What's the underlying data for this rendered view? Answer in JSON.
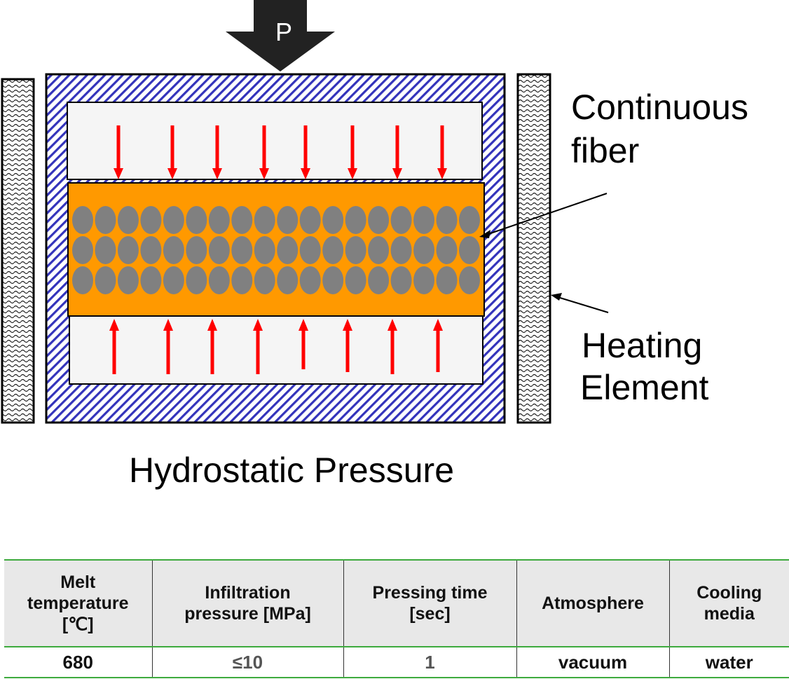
{
  "diagram": {
    "title": "Hydrostatic Pressure",
    "press_arrow_label": "P",
    "labels": {
      "fiber_line1": "Continuous",
      "fiber_line2": "fiber",
      "heater_line1": "Heating",
      "heater_line2": "Element"
    },
    "components": [
      "press-arrow",
      "mold-wall",
      "upper-chamber",
      "composite-layer",
      "lower-chamber",
      "heating-element-left",
      "heating-element-right"
    ],
    "fiber_rows": 3,
    "fibers_per_row": 18,
    "pressure_arrows_down": 8,
    "pressure_arrows_up": 8,
    "colors": {
      "press_arrow": "#222222",
      "mold_hatch": "#3333bb",
      "chamber_fill": "#f5f5f5",
      "matrix": "#ff9900",
      "fiber": "#808080",
      "pressure_arrow": "#ff0000",
      "table_rule": "#3daa3d",
      "table_header_bg": "#e8e8e8"
    }
  },
  "table": {
    "headers": [
      [
        "Melt",
        "temperature",
        "[℃]"
      ],
      [
        "Infiltration",
        "pressure [MPa]"
      ],
      [
        "Pressing time",
        "[sec]"
      ],
      [
        "Atmosphere"
      ],
      [
        "Cooling",
        "media"
      ]
    ],
    "row": [
      "680",
      "≤10",
      "1",
      "vacuum",
      "water"
    ]
  }
}
